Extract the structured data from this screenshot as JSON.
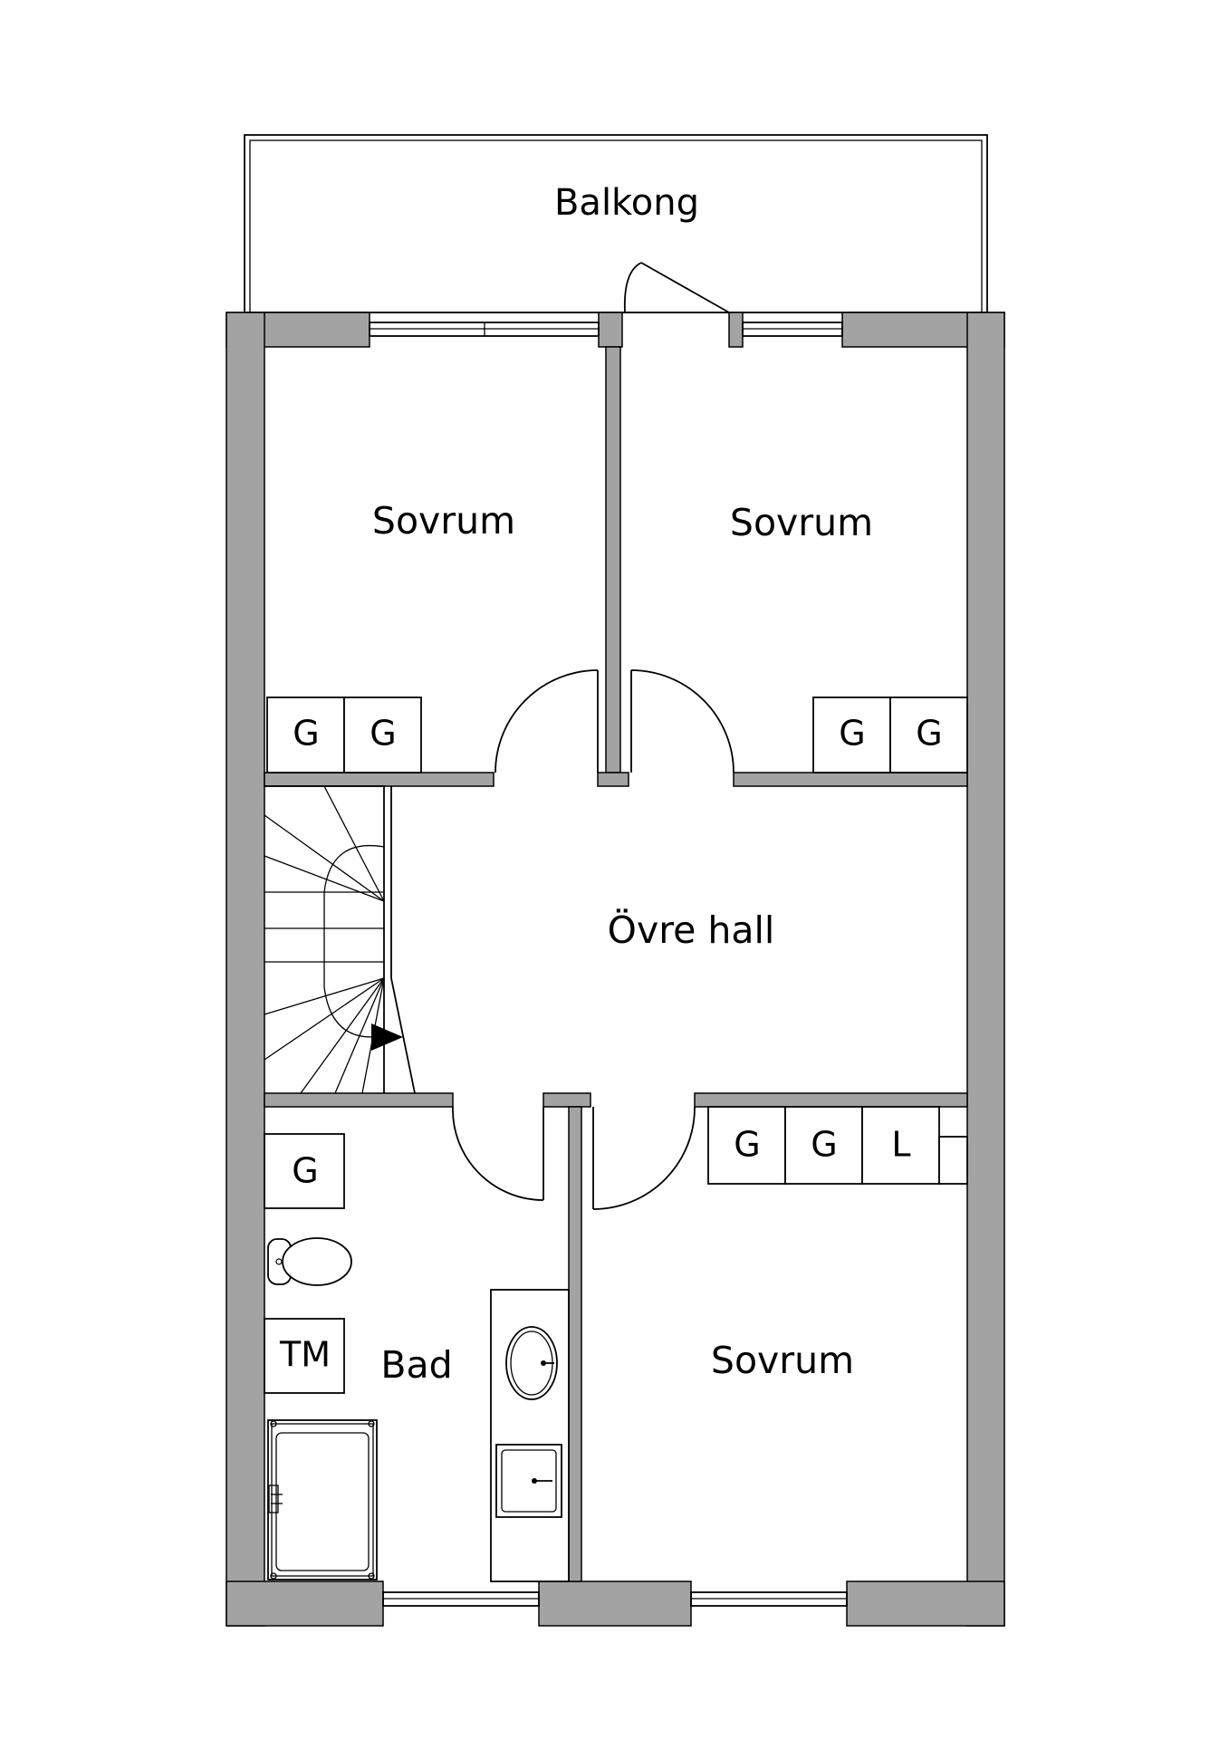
{
  "colors": {
    "wall_fill": "#a3a3a3",
    "line": "#000000",
    "background": "#ffffff"
  },
  "rooms": {
    "balcony": "Balkong",
    "bedroom_top_left": "Sovrum",
    "bedroom_top_right": "Sovrum",
    "upper_hall": "Övre hall",
    "bathroom": "Bad",
    "bedroom_bottom": "Sovrum"
  },
  "closets": {
    "top_left": [
      "G",
      "G"
    ],
    "top_right": [
      "G",
      "G"
    ],
    "bottom_right": [
      "G",
      "G",
      "L"
    ],
    "bathroom": "G",
    "laundry": "TM"
  },
  "icons": [
    "toilet-icon",
    "sink-icon",
    "shower-icon",
    "stairs-icon",
    "door-swing-icon",
    "window-icon"
  ]
}
